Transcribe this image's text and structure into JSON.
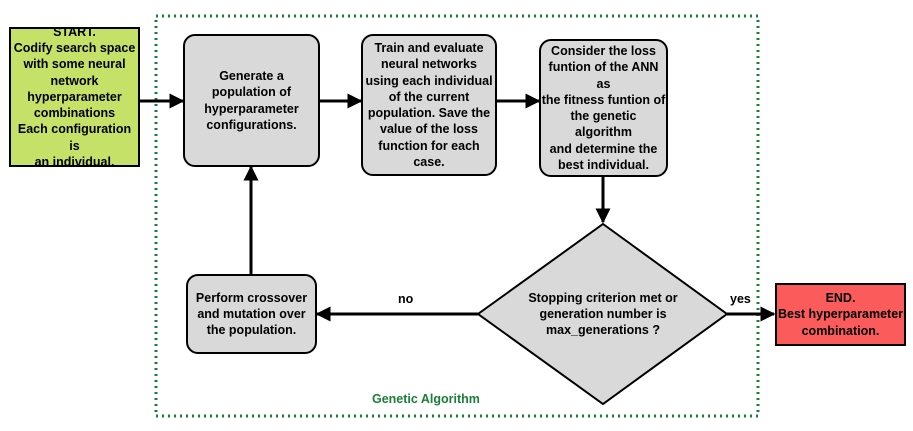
{
  "start": {
    "text": "START.\nCodify search space\nwith some neural\nnetwork\nhyperparameter\ncombinations\nEach configuration is\nan individual.",
    "color": "#c5e168"
  },
  "steps": [
    {
      "id": "generate",
      "text": "Generate a\npopulation of\nhyperparameter\nconfigurations."
    },
    {
      "id": "train",
      "text": "Train and evaluate\nneural networks\nusing each individual\nof the current\npopulation. Save the\nvalue of the loss\nfunction for each\ncase."
    },
    {
      "id": "fitness",
      "text": "Consider the loss\nfuntion of the ANN as\nthe fitness funtion of\nthe genetic algorithm\nand determine the\nbest individual."
    },
    {
      "id": "crossover",
      "text": "Perform crossover\nand mutation over\nthe population."
    }
  ],
  "decision": {
    "text": "Stopping criterion met or\ngeneration number is\nmax_generations ?"
  },
  "end": {
    "text": "END.\nBest hyperparameter\ncombination.",
    "color": "#fb5b5b"
  },
  "edge_labels": {
    "no": "no",
    "yes": "yes"
  },
  "group": {
    "label": "Genetic Algorithm",
    "color": "#1a7f37"
  }
}
